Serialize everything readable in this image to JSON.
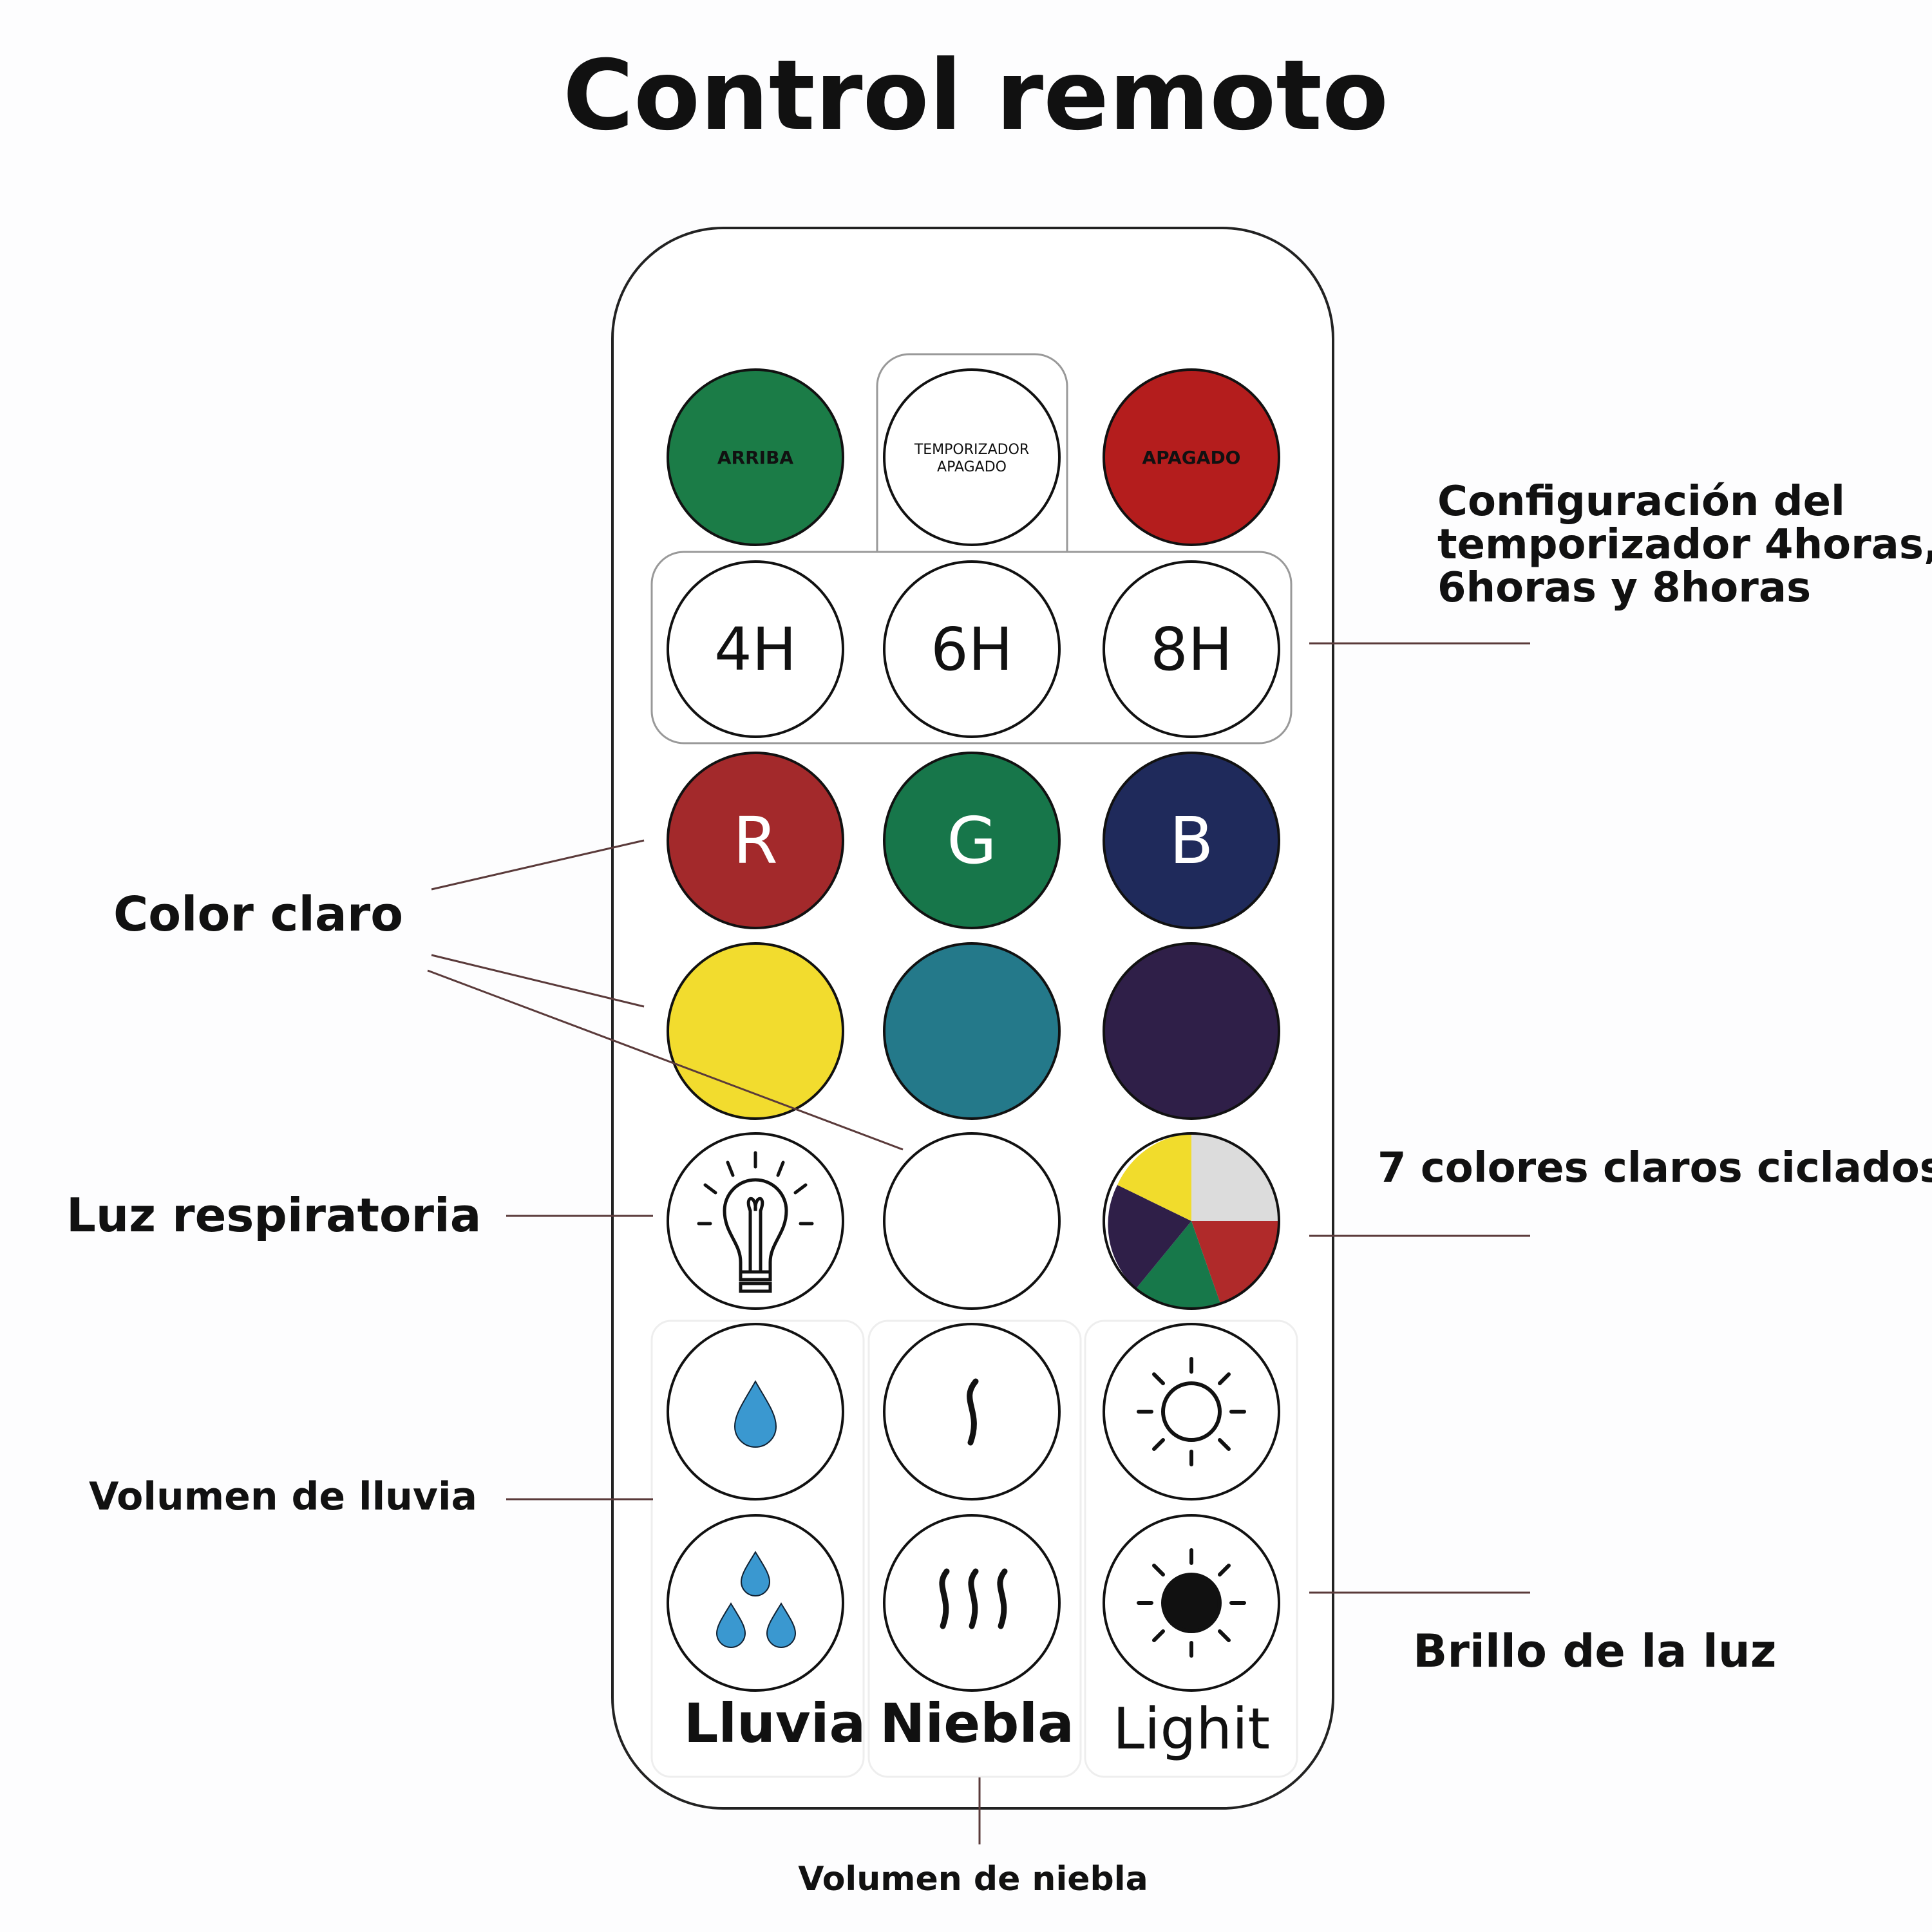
{
  "title": "Control remoto",
  "buttons": {
    "top_left": "ARRIBA",
    "top_middle_line1": "TEMPORIZADOR",
    "top_middle_line2": "APAGADO",
    "top_right": "APAGADO",
    "timer_4h": "4H",
    "timer_6h": "6H",
    "timer_8h": "8H",
    "red": "R",
    "green": "G",
    "blue": "B"
  },
  "bottom_labels": {
    "rain": "Lluvia",
    "fog": "Niebla",
    "light": "Lighit"
  },
  "callouts": {
    "timer_config_line1": "Configuración del",
    "timer_config_line2": "temporizador 4horas,",
    "timer_config_line3": "6horas y 8horas",
    "light_color": "Color claro",
    "breathing_light": "Luz respiratoria",
    "seven_colors": "7 colores claros ciclados",
    "rain_volume": "Volumen de lluvia",
    "brightness": "Brillo de la luz",
    "fog_volume": "Volumen de niebla"
  },
  "colors": {
    "green": "#1b7c47",
    "red": "#b41d1d",
    "r": "#a3292b",
    "g": "#17764a",
    "b": "#1f2a5b",
    "yellow": "#f2dc2e",
    "teal": "#24798a",
    "purple": "#2f1f48",
    "drop": "#3a98d0"
  }
}
